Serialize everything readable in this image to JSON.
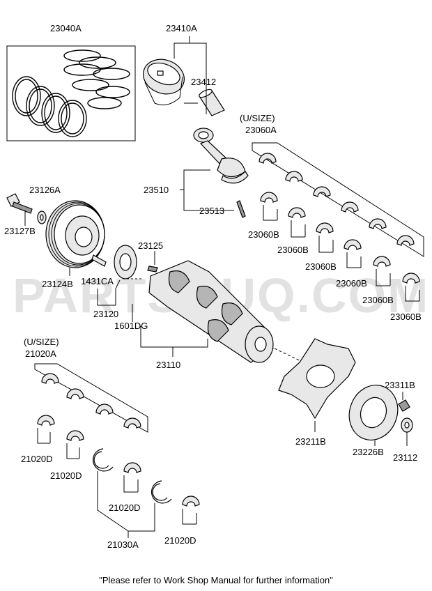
{
  "labels": {
    "p23040A": "23040A",
    "p23410A": "23410A",
    "p23412": "23412",
    "usize1": "(U/SIZE)",
    "p23060A": "23060A",
    "p23126A": "23126A",
    "p23127B": "23127B",
    "p23510": "23510",
    "p23513": "23513",
    "p23060B_1": "23060B",
    "p23060B_2": "23060B",
    "p23060B_3": "23060B",
    "p23060B_4": "23060B",
    "p23060B_5": "23060B",
    "p23060B_6": "23060B",
    "p23125": "23125",
    "p1431CA": "1431CA",
    "p23124B": "23124B",
    "p23120": "23120",
    "p1601DG": "1601DG",
    "usize2": "(U/SIZE)",
    "p21020A": "21020A",
    "p23110": "23110",
    "p23311B": "23311B",
    "p23211B": "23211B",
    "p23226B": "23226B",
    "p23112": "23112",
    "p21020D_1": "21020D",
    "p21020D_2": "21020D",
    "p21020D_3": "21020D",
    "p21020D_4": "21020D",
    "p21030A": "21030A"
  },
  "watermark": "PARTSOUQ.COM",
  "footer": "\"Please refer to Work Shop Manual for further information\""
}
